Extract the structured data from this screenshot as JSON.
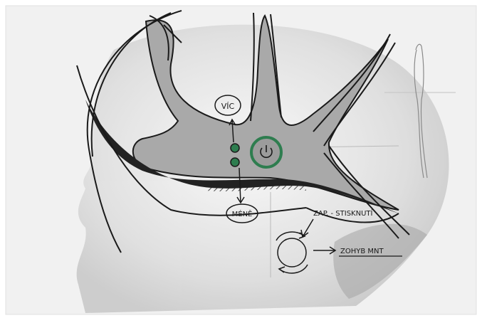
{
  "sketch": {
    "annotations": {
      "more_label": "VÍC",
      "less_label": "MÉNĚ",
      "on_off_label": "ZAP. - STISKNUTÍ",
      "rotate_label": "ZOHYB MNT"
    },
    "colors": {
      "paper": "#f2f2f2",
      "head_shade": "#d9d9d9",
      "ink": "#1a1a1a",
      "band_fill": "#a9a9a9",
      "accent_green": "#2e7d4f"
    },
    "icons": [
      "power-icon",
      "plus-dot-icon",
      "minus-dot-icon",
      "rotate-gesture-icon"
    ]
  }
}
